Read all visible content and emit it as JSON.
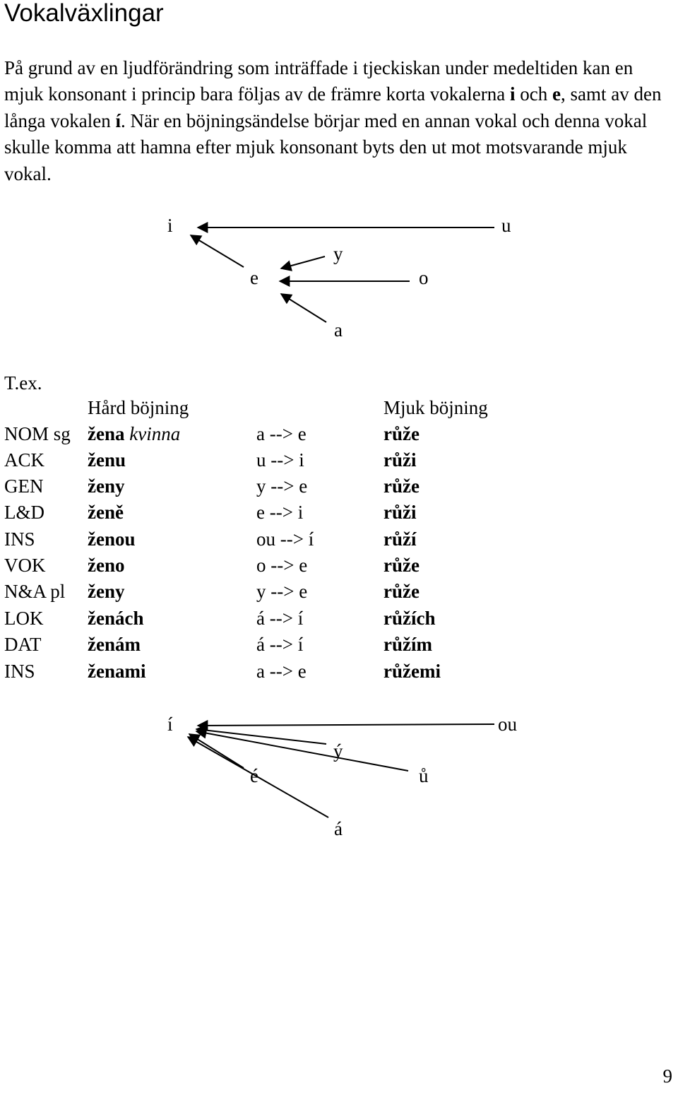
{
  "title": "Vokalväxlingar",
  "intro": {
    "part1": "På grund av en ljudförändring som inträffade i tjeckiskan under medeltiden kan en mjuk konsonant i princip bara följas av de främre korta vokalerna ",
    "v1": "i",
    "part2": " och ",
    "v2": "e",
    "part3": ", samt av den långa vokalen ",
    "v3": "í",
    "part4": ". När en böjningsändelse börjar med en annan vokal och denna vokal skulle komma att hamna efter mjuk konsonant byts den ut mot motsvarande mjuk vokal."
  },
  "diagram_short": {
    "i": "i",
    "u": "u",
    "y": "y",
    "e": "e",
    "o": "o",
    "a": "a"
  },
  "example_label": "T.ex.",
  "table": {
    "header_hard": "Hård böjning",
    "header_soft": "Mjuk böjning",
    "rows": [
      {
        "case": "NOM sg",
        "hard": "žena",
        "gloss": "kvinna",
        "change": "a  -->  e",
        "soft": "růže"
      },
      {
        "case": "ACK",
        "hard": "ženu",
        "gloss": "",
        "change": "u  -->  i",
        "soft": "růži"
      },
      {
        "case": "GEN",
        "hard": "ženy",
        "gloss": "",
        "change": "y  -->  e",
        "soft": "růže"
      },
      {
        "case": "L&D",
        "hard": "ženě",
        "gloss": "",
        "change": "e  -->  i",
        "soft": "růži"
      },
      {
        "case": "INS",
        "hard": "ženou",
        "gloss": "",
        "change": "ou  -->  í",
        "soft": "růží"
      },
      {
        "case": "VOK",
        "hard": "ženo",
        "gloss": "",
        "change": "o  -->  e",
        "soft": "růže"
      },
      {
        "case": "N&A pl",
        "hard": "ženy",
        "gloss": "",
        "change": "y  -->  e",
        "soft": "růže"
      },
      {
        "case": "LOK",
        "hard": "ženách",
        "gloss": "",
        "change": "á  -->  í",
        "soft": "růžích"
      },
      {
        "case": "DAT",
        "hard": "ženám",
        "gloss": "",
        "change": "á  -->  í",
        "soft": "růžím"
      },
      {
        "case": "INS",
        "hard": "ženami",
        "gloss": "",
        "change": "a  -->  e",
        "soft": "růžemi"
      }
    ]
  },
  "diagram_long": {
    "i": "í",
    "ou": "ou",
    "y": "ý",
    "e": "é",
    "u": "ů",
    "a": "á"
  },
  "page_number": "9"
}
